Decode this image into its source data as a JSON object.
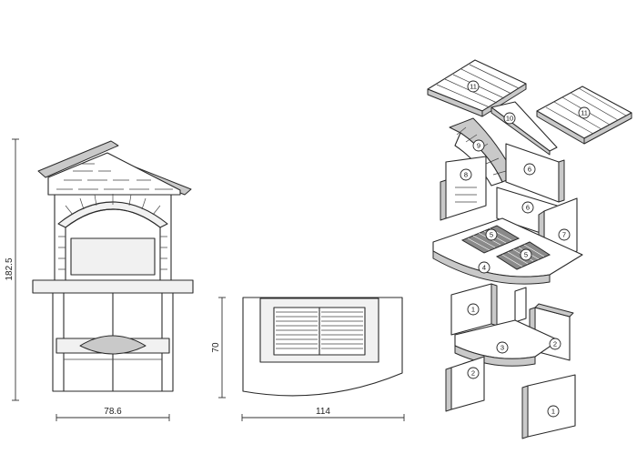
{
  "dimensions": {
    "height": "182.5",
    "width": "78.6",
    "depth": "70",
    "length": "114"
  },
  "parts": {
    "p1a": "1",
    "p1b": "1",
    "p2a": "2",
    "p2b": "2",
    "p3": "3",
    "p4": "4",
    "p5a": "5",
    "p5b": "5",
    "p6a": "6",
    "p6b": "6",
    "p7": "7",
    "p8": "8",
    "p9": "9",
    "p10": "10",
    "p11a": "11",
    "p11b": "11"
  }
}
